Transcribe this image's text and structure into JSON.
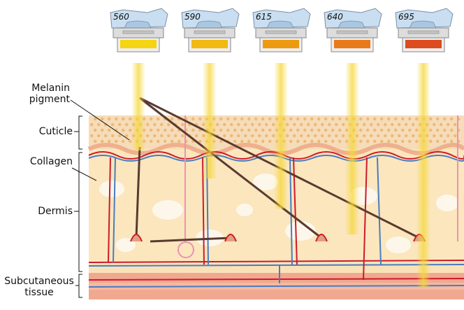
{
  "filters": [
    {
      "label": "560",
      "color": "#f5d511"
    },
    {
      "label": "590",
      "color": "#f2b913"
    },
    {
      "label": "615",
      "color": "#ee9a10"
    },
    {
      "label": "640",
      "color": "#e97a18"
    },
    {
      "label": "695",
      "color": "#dc4c1e"
    }
  ],
  "labels": {
    "melanin": "Melanin pigment",
    "cuticle": "Cuticle",
    "collagen": "Collagen",
    "dermis": "Dermis",
    "subcutaneous": "Subcutaneous tissue"
  },
  "colors": {
    "cuticle": "#f6dcb8",
    "dermis": "#fbe6bd",
    "subcutaneous": "#f0a990",
    "artery": "#cc1b2b",
    "vein": "#4a7cc0",
    "beam": "#f5d73a"
  }
}
